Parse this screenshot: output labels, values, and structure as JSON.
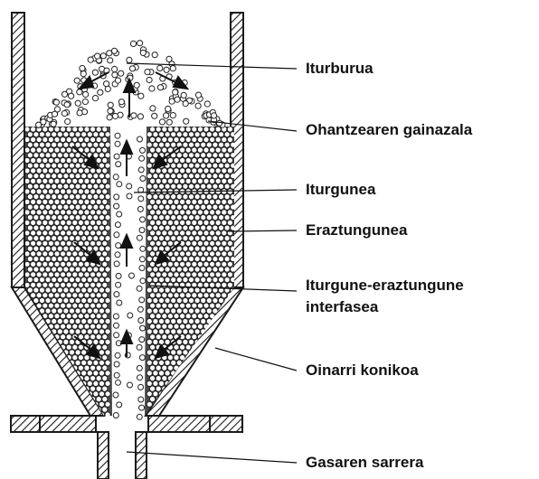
{
  "labels": {
    "fountain": "Iturburua",
    "bed_surface": "Ohantzearen gainazala",
    "spout": "Iturgunea",
    "annulus": "Eraztungunea",
    "interface_line1": "Iturgune-eraztungune",
    "interface_line2": "interfasea",
    "conical_base": "Oinarri konikoa",
    "gas_inlet": "Gasaren sarrera"
  },
  "colors": {
    "wall": "#1a1a1a",
    "particle_fill": "#ffffff",
    "particle_stroke": "#222222",
    "bed_background": "#4a4a4a",
    "label": "#111111"
  }
}
